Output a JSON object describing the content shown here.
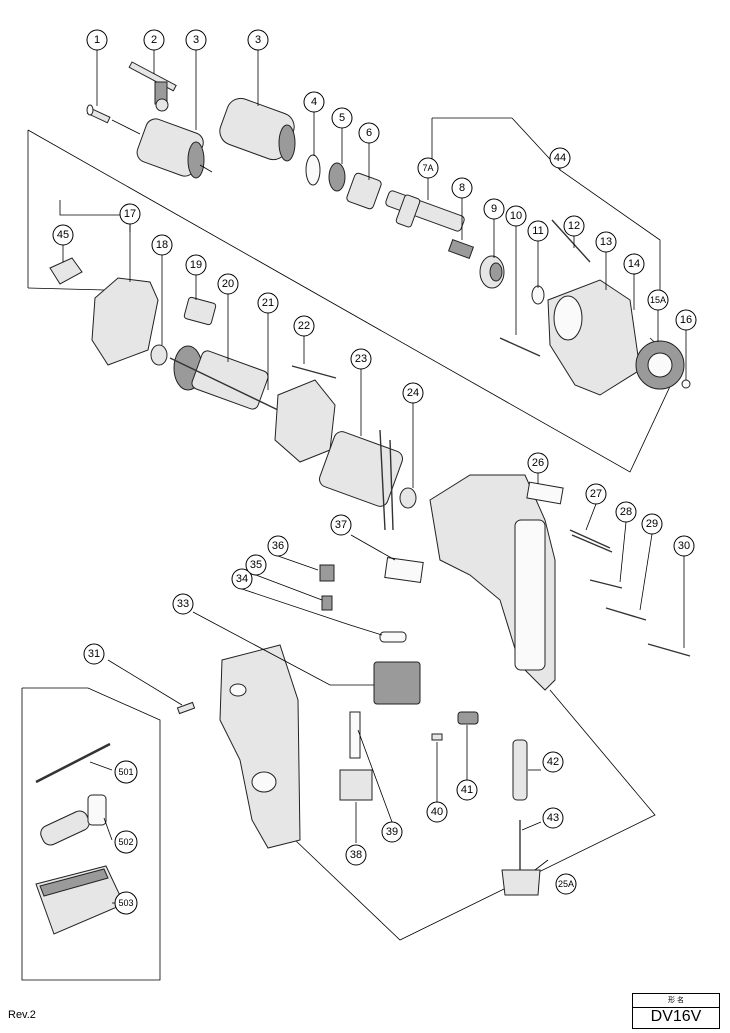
{
  "footer": {
    "revision": "Rev.2",
    "model_label": "形 名",
    "model": "DV16V"
  },
  "callouts": [
    "1",
    "2",
    "3",
    "3",
    "4",
    "5",
    "6",
    "7A",
    "8",
    "9",
    "10",
    "11",
    "12",
    "13",
    "14",
    "15A",
    "16",
    "17",
    "18",
    "19",
    "20",
    "21",
    "22",
    "23",
    "24",
    "26",
    "27",
    "28",
    "29",
    "30",
    "31",
    "33",
    "34",
    "35",
    "36",
    "37",
    "38",
    "39",
    "40",
    "41",
    "42",
    "43",
    "25A",
    "45",
    "44",
    "501",
    "502",
    "503"
  ]
}
